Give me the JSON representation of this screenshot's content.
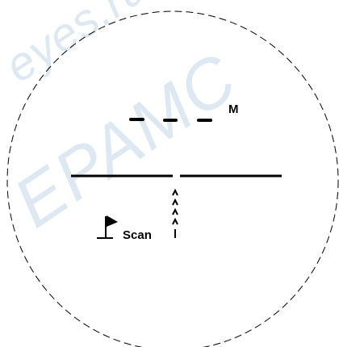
{
  "watermark": {
    "line1": "eyes.ru",
    "line2": "EPAMC"
  },
  "display": {
    "distance_unit": "M",
    "mode_label": "Scan"
  },
  "colors": {
    "reticle": "#000000",
    "border": "#000000",
    "watermark": "#dde8f3"
  },
  "icons": {
    "target": "flag-icon",
    "scan_indicator": "scan-arrows-icon"
  }
}
